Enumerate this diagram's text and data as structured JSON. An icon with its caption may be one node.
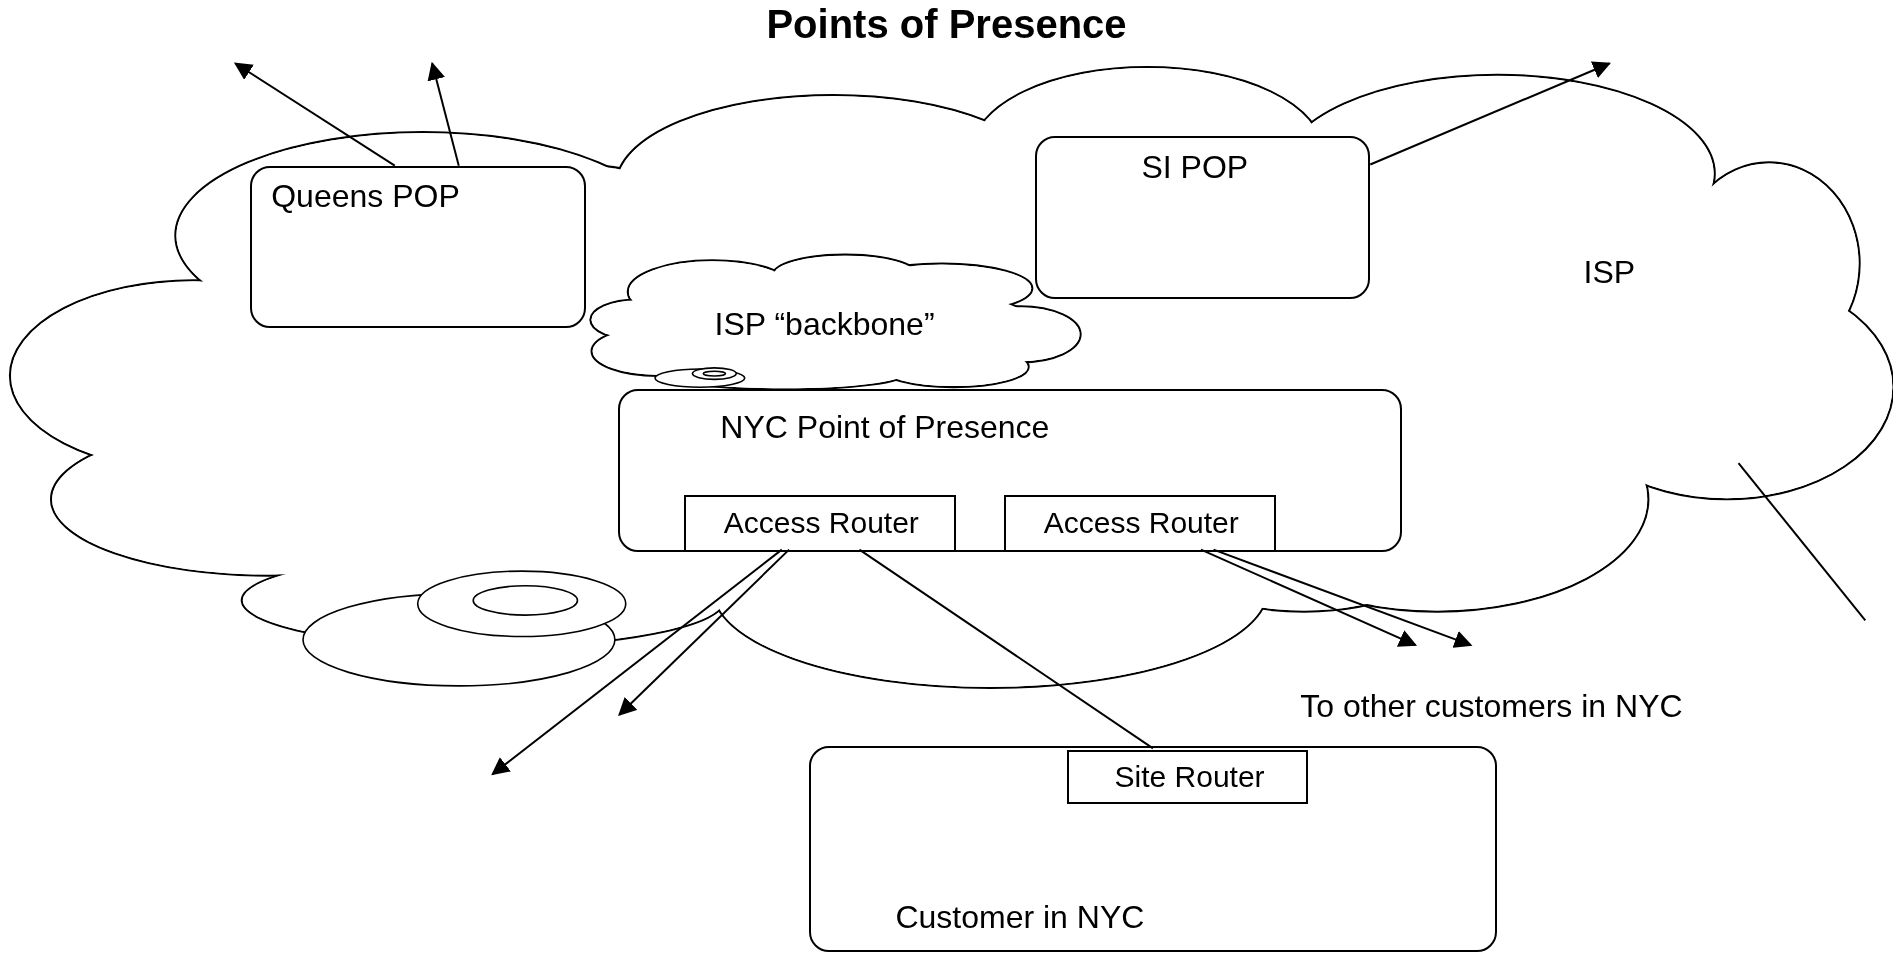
{
  "diagram": {
    "title": "Points of Presence",
    "nodes": [
      {
        "text": [
          "ISP"
        ]
      },
      {
        "text": [
          "Queens POP"
        ],
        "in": 0
      },
      {
        "text": [
          "SI POP"
        ],
        "in": 0
      },
      {
        "text": [
          "ISP “backbone”"
        ],
        "in": 0
      },
      {
        "text": [
          "NYC Point of Presence"
        ],
        "in": 0
      },
      {
        "text": [
          "Access Router"
        ],
        "in": 4
      },
      {
        "text": [
          "Access Router"
        ],
        "in": 4
      },
      {
        "text": [
          "Customer in NYC"
        ]
      },
      {
        "text": [
          "Site Router"
        ],
        "in": 7
      },
      {
        "text": [
          "To other customers in NYC"
        ]
      },
      {
        "text": [],
        "shape": "ring",
        "in": 0
      },
      {
        "text": [],
        "shape": "ring",
        "in": 0
      }
    ],
    "edges": [
      {
        "from": 1,
        "to": null,
        "arrow": "to"
      },
      {
        "from": 1,
        "to": null,
        "arrow": "to"
      },
      {
        "from": 2,
        "to": null,
        "arrow": "to"
      },
      {
        "from": 5,
        "to": null,
        "arrow": "to"
      },
      {
        "from": 5,
        "to": null,
        "arrow": "to"
      },
      {
        "from": 5,
        "to": 8,
        "arrow": "none"
      },
      {
        "from": 6,
        "to": 9,
        "arrow": "to"
      },
      {
        "from": 6,
        "to": 9,
        "arrow": "to"
      },
      {
        "from": 0,
        "to": null,
        "arrow": "none"
      }
    ]
  }
}
